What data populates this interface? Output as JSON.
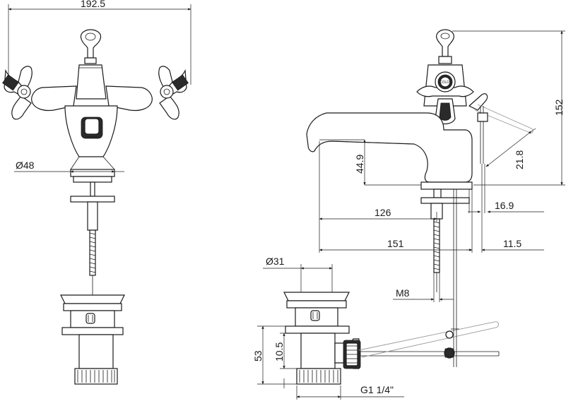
{
  "dimensions": {
    "overall_width": "192.5",
    "base_diameter": "Ø48",
    "overall_height": "152",
    "lever_length": "21.8",
    "spout_height": "44.9",
    "handle_offset": "16.9",
    "spout_reach": "126",
    "total_reach": "151",
    "rear_offset": "11.5",
    "waste_diameter": "Ø31",
    "waste_height": "53",
    "waste_inner": "10.5",
    "thread_size": "M8",
    "waste_thread": "G1 1/4\""
  },
  "handle_badge": {
    "text": "COLD"
  }
}
